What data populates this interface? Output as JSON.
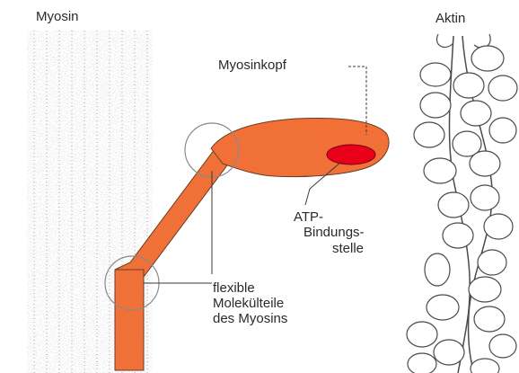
{
  "labels": {
    "myosin": "Myosin",
    "aktin": "Aktin",
    "myosinkopf": "Myosinkopf",
    "atp_binding": [
      "ATP-",
      "Bindungs-",
      "stelle"
    ],
    "flexible_parts": [
      "flexible",
      "Molekülteile",
      "des Myosins"
    ]
  },
  "colors": {
    "myosin_molecule": "#f26f35",
    "atp_site": "#e8001a",
    "line": "#3a3a3a",
    "stipple": "#8a8a8a"
  }
}
